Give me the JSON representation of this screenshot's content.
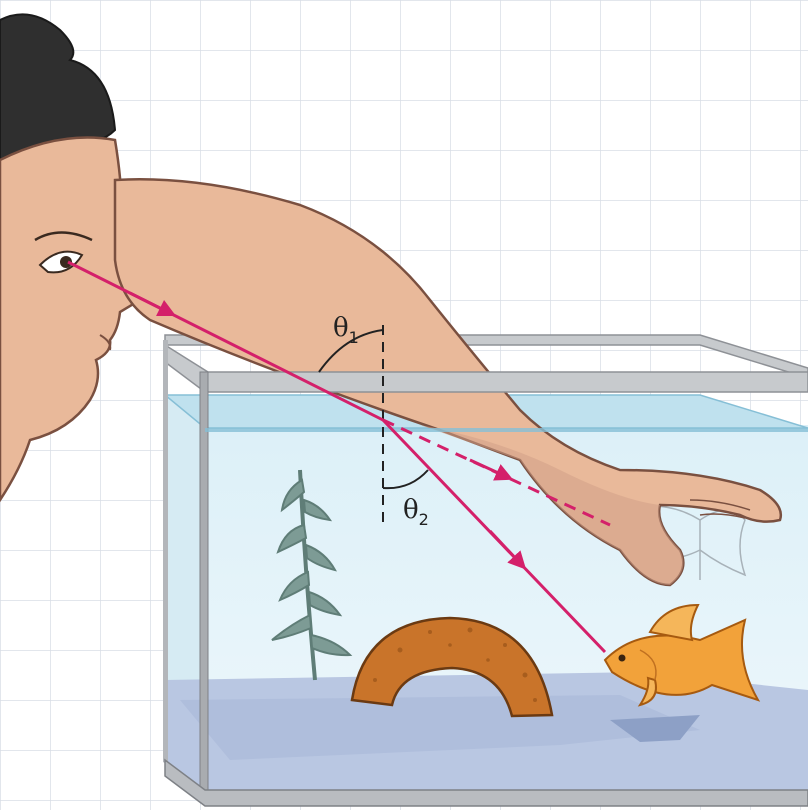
{
  "labels": {
    "theta1": "θ",
    "theta1_sub": "1",
    "theta2": "θ",
    "theta2_sub": "2"
  },
  "colors": {
    "background": "#ffffff",
    "grid": "#d8dde6",
    "skin": "#e9b99a",
    "skin_outline": "#7a5040",
    "hair": "#2f2f2f",
    "ray": "#d4206a",
    "water": "#cfe7f2",
    "water_surface": "#9fd0e4",
    "tank_frame": "#b9bcc0",
    "gravel": "#b9c7e2",
    "plant": "#6b8a84",
    "rock_arch": "#c9742a",
    "fish": "#f2a23a"
  }
}
